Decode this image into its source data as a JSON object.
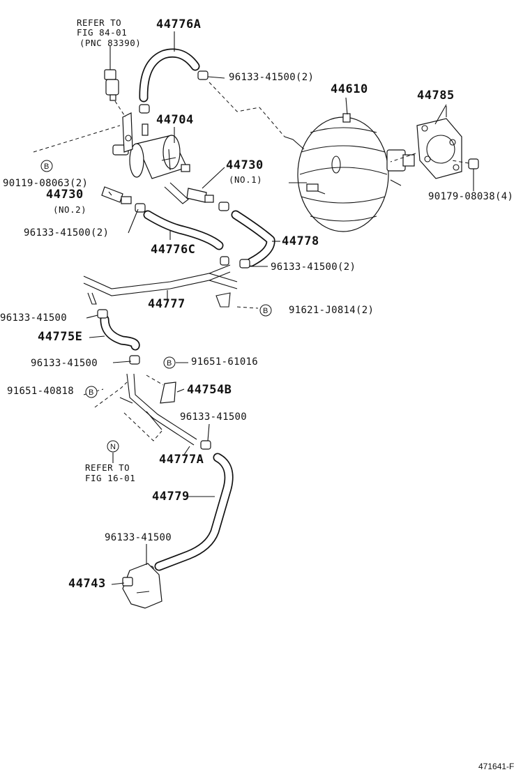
{
  "diagram_id": "471641-F",
  "callouts": {
    "refer_84_01": [
      "REFER TO",
      "FIG 84-01",
      "(PNC 83390)"
    ],
    "refer_16_01": [
      "REFER TO",
      "FIG 16-01"
    ],
    "no1": "(NO.1)",
    "no2": "(NO.2)"
  },
  "symbols": {
    "b": "B",
    "n": "N"
  },
  "parts": [
    {
      "number": "44776A"
    },
    {
      "number": "96133-41500(2)"
    },
    {
      "number": "44610"
    },
    {
      "number": "44785"
    },
    {
      "number": "44704"
    },
    {
      "number": "44730"
    },
    {
      "number": "90119-08063(2)"
    },
    {
      "number": "44730"
    },
    {
      "number": "90179-08038(4)"
    },
    {
      "number": "96133-41500(2)"
    },
    {
      "number": "44776C"
    },
    {
      "number": "44778"
    },
    {
      "number": "96133-41500(2)"
    },
    {
      "number": "44777"
    },
    {
      "number": "96133-41500"
    },
    {
      "number": "91621-J0814(2)"
    },
    {
      "number": "44775E"
    },
    {
      "number": "96133-41500"
    },
    {
      "number": "91651-61016"
    },
    {
      "number": "91651-40818"
    },
    {
      "number": "44754B"
    },
    {
      "number": "96133-41500"
    },
    {
      "number": "44777A"
    },
    {
      "number": "44779"
    },
    {
      "number": "96133-41500"
    },
    {
      "number": "44743"
    }
  ]
}
